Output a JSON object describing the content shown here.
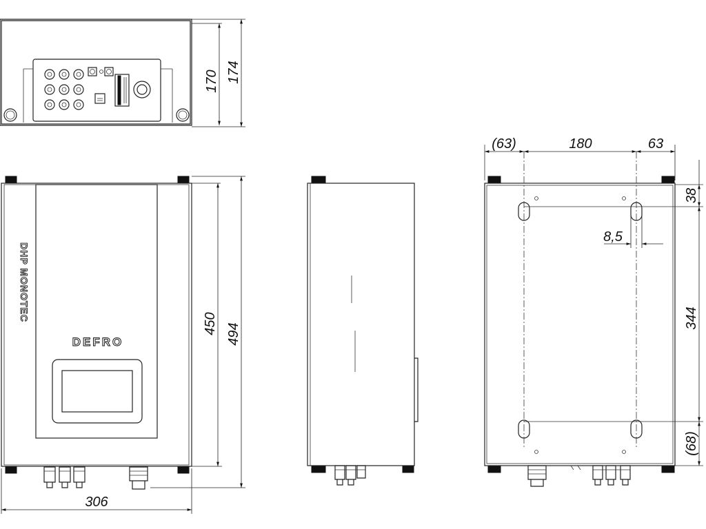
{
  "labels": {
    "model": "DHP MONOTEC",
    "brand": "DEFRO"
  },
  "dimensions": {
    "top_height_inner": "170",
    "top_height_outer": "174",
    "front_height_inner": "450",
    "front_height_outer": "494",
    "front_width": "306",
    "back_left_offset": "(63)",
    "back_mount_spacing": "180",
    "back_right_offset": "63",
    "back_top_offset": "38",
    "back_hole_width": "8,5",
    "back_vertical_spacing": "344",
    "back_bottom_offset": "(68)"
  },
  "colors": {
    "line": "#222222",
    "background": "#ffffff"
  }
}
